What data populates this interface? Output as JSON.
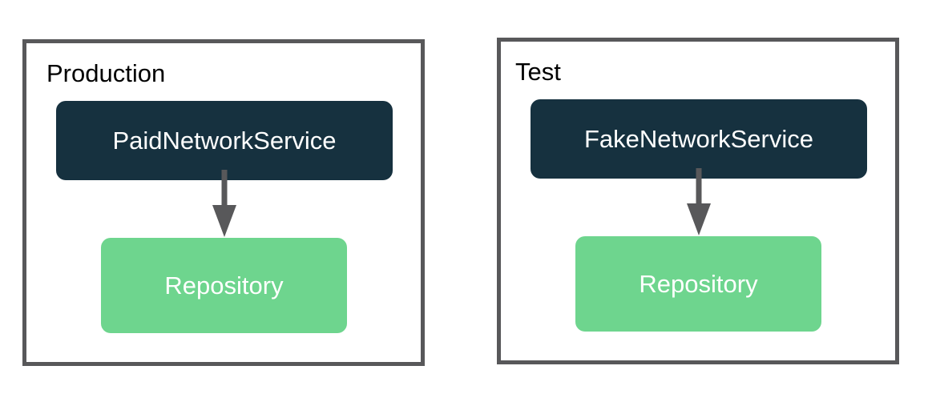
{
  "diagram": {
    "type": "dependency-injection-diagram",
    "colors": {
      "service_node_bg": "#16313F",
      "repository_node_bg": "#6ED58E",
      "container_border": "#58585A",
      "arrow": "#58585A",
      "node_text": "#FFFFFF",
      "label_text": "#000000",
      "background": "#FFFFFF"
    },
    "containers": [
      {
        "label": "Production",
        "service": "PaidNetworkService",
        "repository": "Repository",
        "edge": {
          "from": "PaidNetworkService",
          "to": "Repository",
          "direction": "down"
        }
      },
      {
        "label": "Test",
        "service": "FakeNetworkService",
        "repository": "Repository",
        "edge": {
          "from": "FakeNetworkService",
          "to": "Repository",
          "direction": "down"
        }
      }
    ]
  }
}
